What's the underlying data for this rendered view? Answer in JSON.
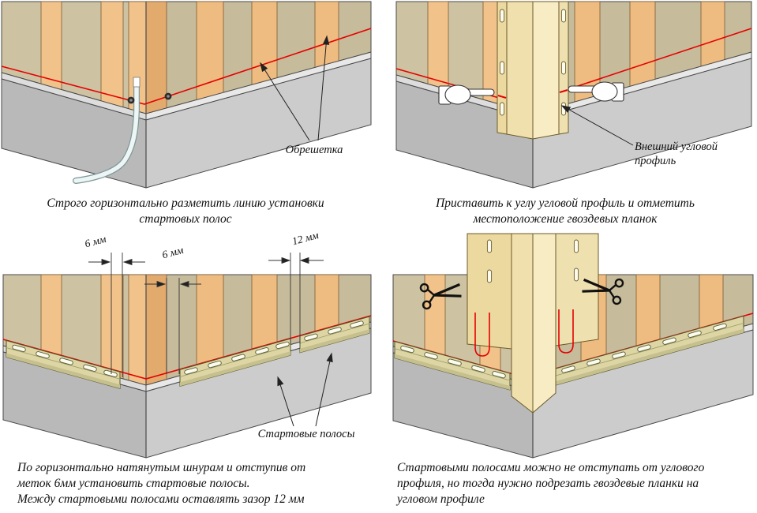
{
  "panels": {
    "top_left": {
      "caption": [
        "Строго горизонтально разметить линию установки",
        "стартовых полос"
      ],
      "label_battens": "Обрешетка"
    },
    "top_right": {
      "caption": [
        "Приставить к углу угловой профиль и отметить",
        "местоположение гвоздевых планок"
      ],
      "label_profile": [
        "Внешний угловой",
        "профиль"
      ]
    },
    "bottom_left": {
      "caption": [
        "По горизонтально натянутым шнурам и отступив от",
        "меток 6мм установить стартовые полосы.",
        "Между стартовыми полосами оставлять зазор 12 мм"
      ],
      "label_strips": "Стартовые полосы",
      "dim_left": "6 мм",
      "dim_corner": "6 мм",
      "dim_gap": "12 мм"
    },
    "bottom_right": {
      "caption": [
        "Стартовыми полосами можно не отступать от углового",
        "профиля, но тогда нужно подрезать гвоздевые планки на",
        "угловом профиле"
      ]
    }
  },
  "colors": {
    "wall": "#cdc2a2",
    "wall_shaded": "#c6bb9b",
    "batten": "#f1c38b",
    "foundation": "#bdbdbd",
    "corner_profile": "#f2e3b3",
    "starter_strip": "#ddd6a4",
    "marking_line": "#e60000"
  }
}
